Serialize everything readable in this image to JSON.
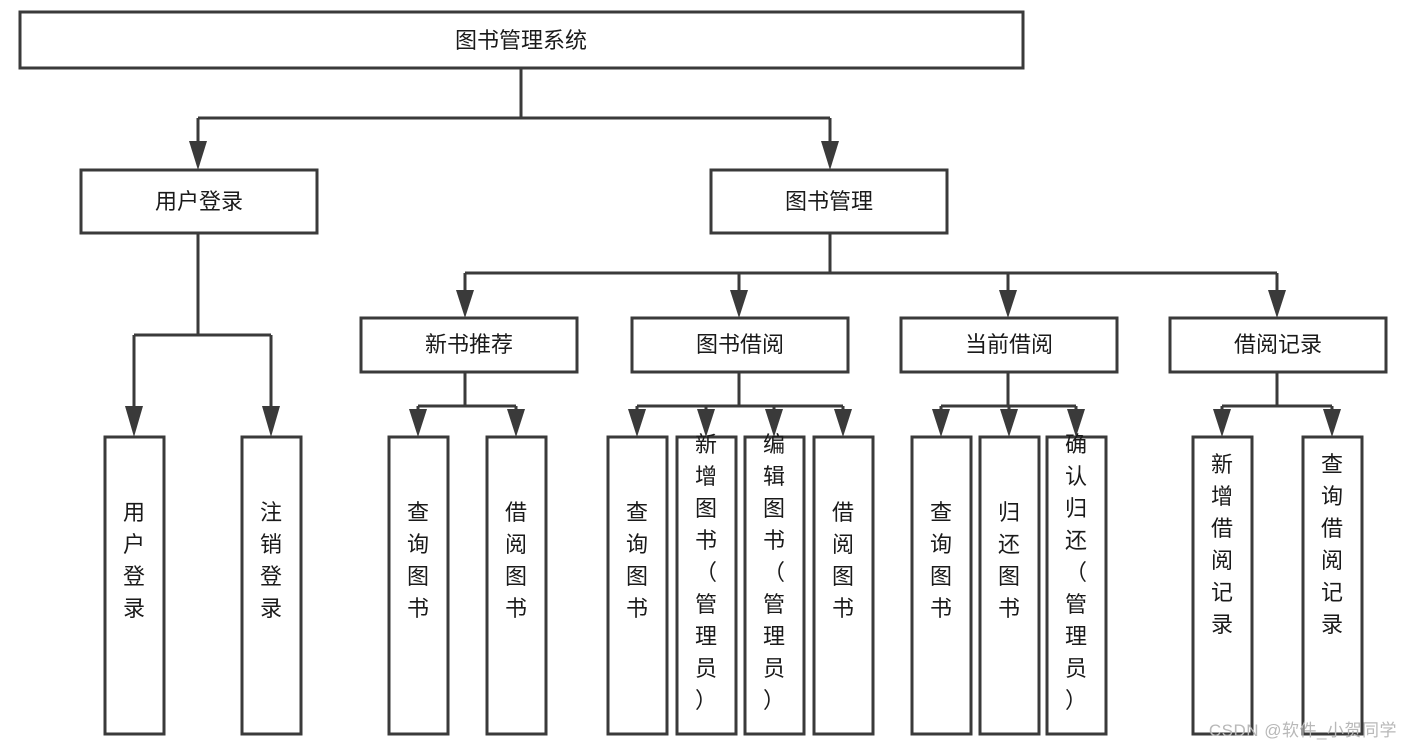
{
  "diagram": {
    "type": "tree-hierarchy-diagram",
    "title": "图书管理系统",
    "watermark": "CSDN @软件_小贺同学",
    "colors": {
      "stroke": "#3a3a3a",
      "fill": "#ffffff",
      "text": "#1a1a1a",
      "watermark": "#b8b8b8"
    },
    "levels": [
      {
        "level": 1,
        "nodes": [
          {
            "id": "root",
            "label": "图书管理系统",
            "orientation": "horizontal"
          }
        ]
      },
      {
        "level": 2,
        "nodes": [
          {
            "id": "login",
            "label": "用户登录",
            "orientation": "horizontal",
            "parent": "root"
          },
          {
            "id": "bookmgmt",
            "label": "图书管理",
            "orientation": "horizontal",
            "parent": "root"
          }
        ]
      },
      {
        "level": 3,
        "nodes": [
          {
            "id": "newbook",
            "label": "新书推荐",
            "orientation": "horizontal",
            "parent": "bookmgmt"
          },
          {
            "id": "borrow",
            "label": "图书借阅",
            "orientation": "horizontal",
            "parent": "bookmgmt"
          },
          {
            "id": "current",
            "label": "当前借阅",
            "orientation": "horizontal",
            "parent": "bookmgmt"
          },
          {
            "id": "records",
            "label": "借阅记录",
            "orientation": "horizontal",
            "parent": "bookmgmt"
          }
        ]
      },
      {
        "level": 4,
        "nodes": [
          {
            "id": "leaf1",
            "label": "用户登录",
            "orientation": "vertical",
            "parent": "login"
          },
          {
            "id": "leaf2",
            "label": "注销登录",
            "orientation": "vertical",
            "parent": "login"
          },
          {
            "id": "leaf3",
            "label": "查询图书",
            "orientation": "vertical",
            "parent": "newbook"
          },
          {
            "id": "leaf4",
            "label": "借阅图书",
            "orientation": "vertical",
            "parent": "newbook"
          },
          {
            "id": "leaf5",
            "label": "查询图书",
            "orientation": "vertical",
            "parent": "borrow"
          },
          {
            "id": "leaf6",
            "label": "新增图书（管理员）",
            "orientation": "vertical",
            "parent": "borrow"
          },
          {
            "id": "leaf7",
            "label": "编辑图书（管理员）",
            "orientation": "vertical",
            "parent": "borrow"
          },
          {
            "id": "leaf8",
            "label": "借阅图书",
            "orientation": "vertical",
            "parent": "borrow"
          },
          {
            "id": "leaf9",
            "label": "查询图书",
            "orientation": "vertical",
            "parent": "current"
          },
          {
            "id": "leaf10",
            "label": "归还图书",
            "orientation": "vertical",
            "parent": "current"
          },
          {
            "id": "leaf11",
            "label": "确认归还（管理员）",
            "orientation": "vertical",
            "parent": "current"
          },
          {
            "id": "leaf12",
            "label": "新增借阅记录",
            "orientation": "vertical",
            "parent": "records"
          },
          {
            "id": "leaf13",
            "label": "查询借阅记录",
            "orientation": "vertical",
            "parent": "records"
          }
        ]
      }
    ]
  }
}
